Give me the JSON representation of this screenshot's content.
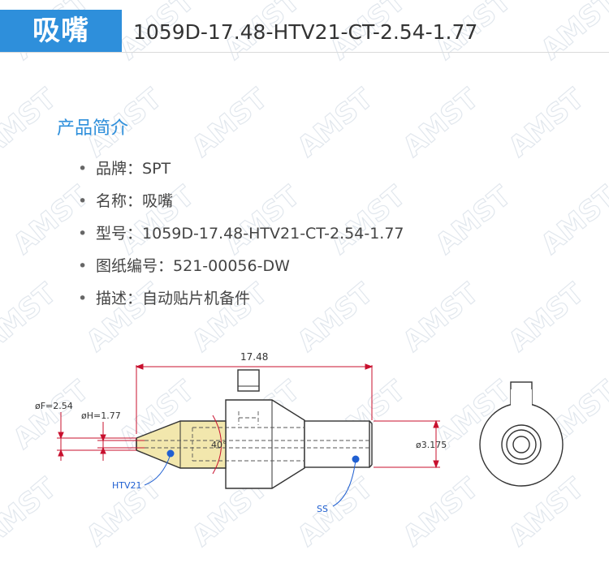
{
  "header": {
    "badge": "吸嘴",
    "title": "1059D-17.48-HTV21-CT-2.54-1.77"
  },
  "section": {
    "title": "产品简介"
  },
  "specs": [
    {
      "label": "品牌",
      "value": "SPT"
    },
    {
      "label": "名称",
      "value": "吸嘴"
    },
    {
      "label": "型号",
      "value": "1059D-17.48-HTV21-CT-2.54-1.77"
    },
    {
      "label": "图纸编号",
      "value": "521-00056-DW"
    },
    {
      "label": "描述",
      "value": "自动贴片机备件"
    }
  ],
  "separator": "：",
  "bullet": "•",
  "drawing": {
    "dim_length": "17.48",
    "dim_f": "øF=2.54",
    "dim_h": "øH=1.77",
    "dim_angle": "40°",
    "dim_dia": "ø3.175",
    "label_tip": "HTV21",
    "label_shank": "SS"
  },
  "watermark": "AMST",
  "colors": {
    "accent": "#2e8fdb",
    "tip_fill": "#f2e7ad",
    "dimension_red": "#c8102e",
    "callout_blue": "#1f5fd1"
  }
}
